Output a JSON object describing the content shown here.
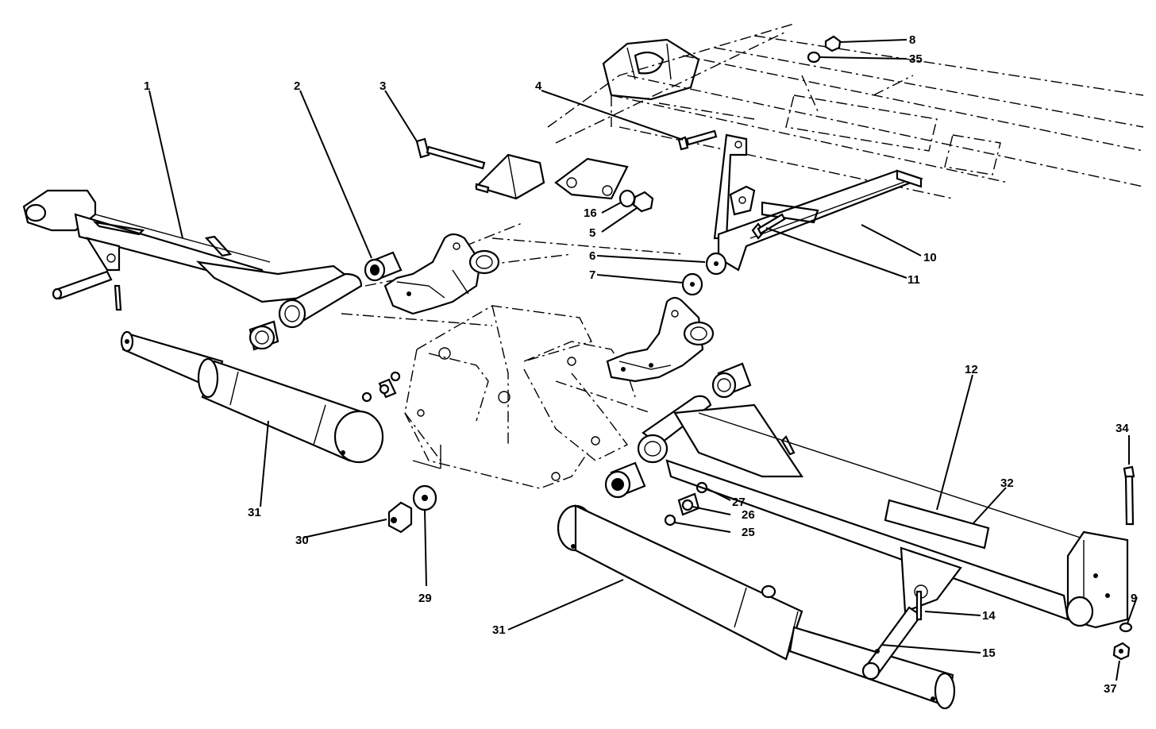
{
  "callouts": {
    "p1": "1",
    "p2": "2",
    "p3": "3",
    "p4": "4",
    "p5": "5",
    "p6": "6",
    "p7": "7",
    "p8": "8",
    "p9": "9",
    "p10": "10",
    "p11": "11",
    "p12": "12",
    "p14": "14",
    "p15": "15",
    "p16": "16",
    "p25": "25",
    "p26": "26",
    "p27": "27",
    "p29": "29",
    "p30": "30",
    "p31a": "31",
    "p31b": "31",
    "p32": "32",
    "p34": "34",
    "p35": "35",
    "p37": "37"
  }
}
